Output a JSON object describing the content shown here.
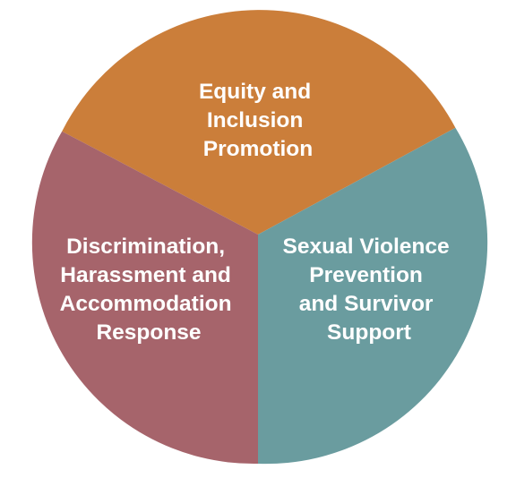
{
  "diagram": {
    "segments": [
      {
        "key": "equity",
        "lines": [
          "Equity and",
          "Inclusion",
          "Promotion"
        ],
        "color": "#CB7E3A"
      },
      {
        "key": "sexual-violence",
        "lines": [
          "Sexual Violence",
          "Prevention",
          "and Survivor",
          "Support"
        ],
        "color": "#6A9C9F"
      },
      {
        "key": "discrimination",
        "lines": [
          "Discrimination,",
          "Harassment and",
          "Accommodation",
          "Response"
        ],
        "color": "#A6646B"
      }
    ]
  }
}
